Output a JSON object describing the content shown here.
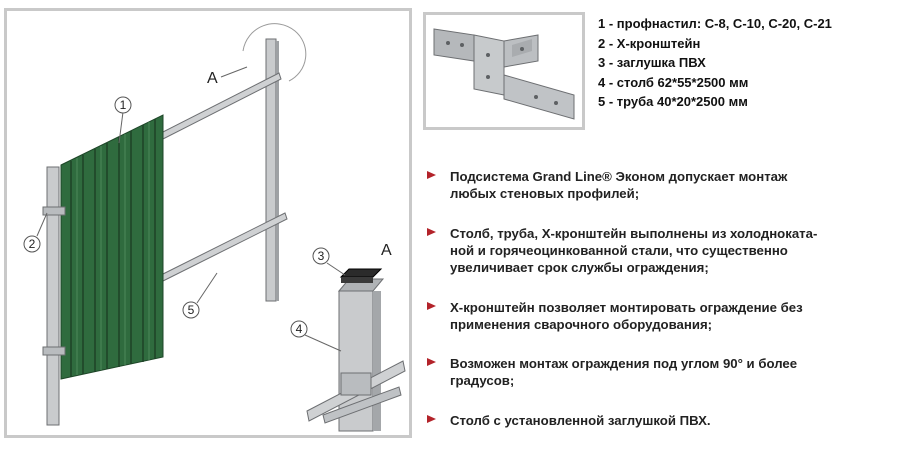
{
  "legend": [
    "1 - профнастил: С-8, С-10, С-20, С-21",
    "2 - Х-кронштейн",
    "3 - заглушка ПВХ",
    "4 - столб 62*55*2500 мм",
    "5 - труба 40*20*2500 мм"
  ],
  "callouts": {
    "one": "1",
    "two": "2",
    "three": "3",
    "four": "4",
    "five": "5",
    "detail_a_main": "А",
    "detail_a_zoom": "А"
  },
  "bullets": [
    "Подсистема Grand Line® Эконом допускает монтаж\nлюбых стеновых профилей;",
    "Столб, труба, Х-кронштейн выполнены из холодноката-\nной и горячеоцинкованной стали, что существенно\nувеличивает срок службы ограждения;",
    "Х-кронштейн позволяет монтировать ограждение без\nприменения сварочного оборудования;",
    "Возможен монтаж ограждения под углом 90° и более\nградусов;",
    "Столб с установленной заглушкой ПВХ."
  ],
  "colors": {
    "sheet_green": "#2f6b3e",
    "steel_gray": "#c4c6c8",
    "bullet_marker": "#b3232a",
    "frame_border": "#c9c9c9"
  }
}
